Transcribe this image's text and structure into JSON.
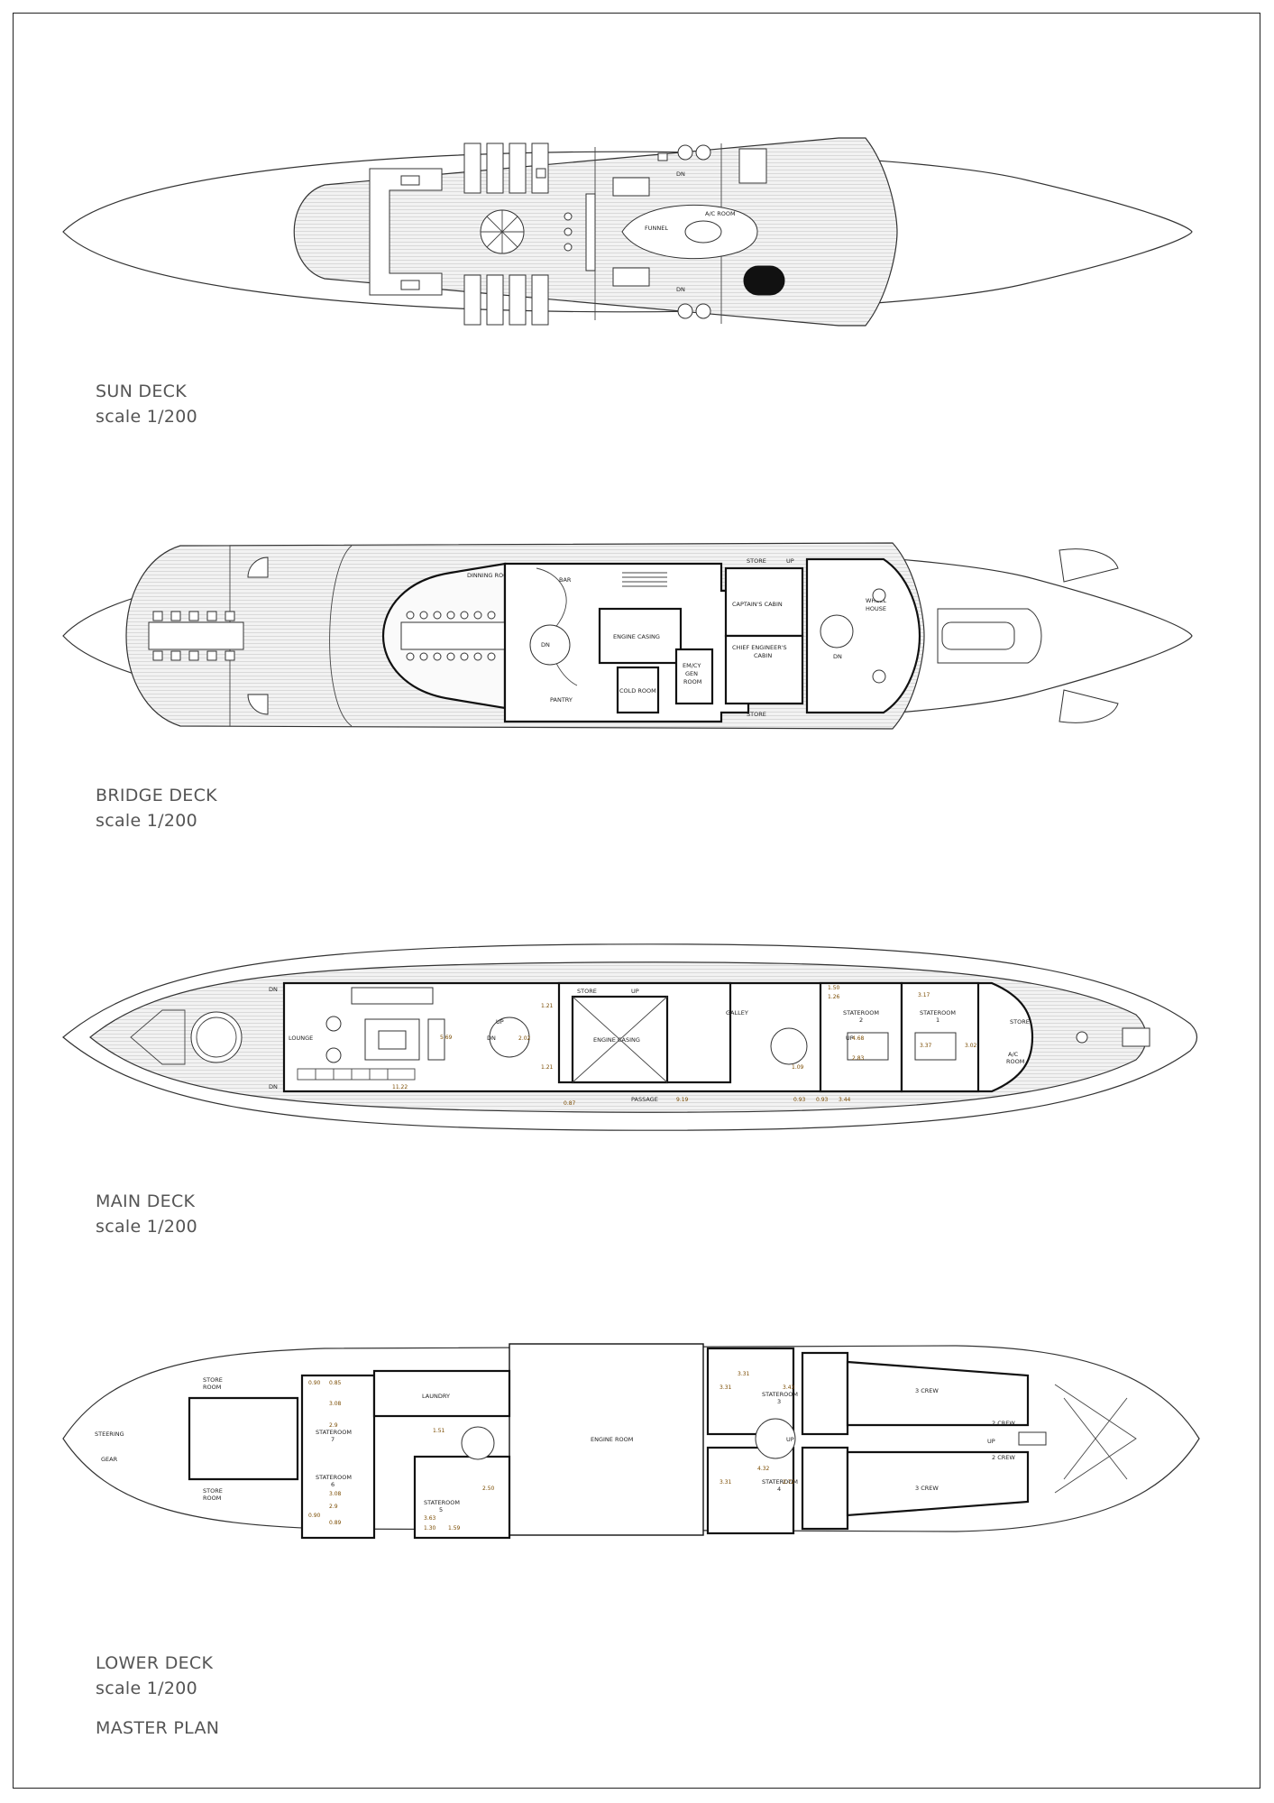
{
  "sun_deck": {
    "title": "SUN DECK",
    "scale": "scale 1/200",
    "labels": {
      "funnel": "FUNNEL",
      "ac_room": "A/C ROOM",
      "dn1": "DN",
      "dn2": "DN"
    }
  },
  "bridge_deck": {
    "title": "BRIDGE DECK",
    "scale": "scale 1/200",
    "labels": {
      "dinning_room": "DINNING ROOM",
      "bar": "BAR",
      "pantry": "PANTRY",
      "dn": "DN",
      "engine_casing": "ENGINE CASING",
      "cold_room": "COLD ROOM",
      "em_gen_1": "EM/CY",
      "em_gen_2": "GEN",
      "em_gen_3": "ROOM",
      "store_top": "STORE",
      "store_bottom": "STORE",
      "up": "UP",
      "captains_cabin": "CAPTAIN'S CABIN",
      "chief_engineer_1": "CHIEF ENGINEER'S",
      "chief_engineer_2": "CABIN",
      "wheel_1": "WHEEL",
      "wheel_2": "HOUSE",
      "wheel_dn": "DN"
    }
  },
  "main_deck": {
    "title": "MAIN DECK",
    "scale": "scale 1/200",
    "labels": {
      "lounge": "LOUNGE",
      "dn_a": "DN",
      "dn_b": "DN",
      "up": "UP",
      "dn_c": "DN",
      "store": "STORE",
      "up2": "UP",
      "galley": "GALLEY",
      "engine_casing": "ENGINE CASING",
      "passage": "PASSAGE",
      "stateroom_2a": "STATEROOM",
      "stateroom_2b": "2",
      "stateroom_1a": "STATEROOM",
      "stateroom_1b": "1",
      "store2": "STORE",
      "ac_1": "A/C",
      "ac_2": "ROOM",
      "up3": "UP"
    },
    "dims": {
      "d1": "1.21",
      "d2": "5.69",
      "d3": "1.21",
      "d4": "11.22",
      "d5": "0.87",
      "d6": "9.19",
      "d7": "0.93",
      "d8": "3.44",
      "d9": "1.09",
      "d10": "1.50",
      "d11": "1.26",
      "d12": "3.17",
      "d13": "4.68",
      "d14": "3.37",
      "d15": "3.02",
      "d16": "2.83",
      "d17": "0.93",
      "d18": "2.02"
    }
  },
  "lower_deck": {
    "title": "LOWER DECK",
    "scale": "scale 1/200",
    "labels": {
      "steering_1": "STEERING",
      "steering_2": "GEAR",
      "store_room_t1": "STORE",
      "store_room_t2": "ROOM",
      "store_room_b1": "STORE",
      "store_room_b2": "ROOM",
      "laundry": "LAUNDRY",
      "stateroom_7a": "STATEROOM",
      "stateroom_7b": "7",
      "stateroom_6a": "STATEROOM",
      "stateroom_6b": "6",
      "stateroom_5a": "STATEROOM",
      "stateroom_5b": "5",
      "engine_room": "ENGINE ROOM",
      "up": "UP",
      "stateroom_3a": "STATEROOM",
      "stateroom_3b": "3",
      "stateroom_4a": "STATEROOM",
      "stateroom_4b": "4",
      "crew3_top": "3 CREW",
      "crew3_bot": "3 CREW",
      "crew2_top": "2 CREW",
      "crew2_bot": "2 CREW",
      "up2": "UP"
    },
    "dims": {
      "d1": "0.90",
      "d2": "0.85",
      "d3": "3.08",
      "d4": "2.9",
      "d5": "3.08",
      "d6": "2.9",
      "d7": "0.90",
      "d8": "0.89",
      "d9": "1.51",
      "d10": "3.63",
      "d11": "2.50",
      "d12": "1.59",
      "d13": "1.30",
      "d14": "3.31",
      "d15": "3.43",
      "d16": "3.31",
      "d17": "4.32",
      "d18": "2.72",
      "d19": "3.31"
    }
  },
  "master_plan": "MASTER PLAN"
}
